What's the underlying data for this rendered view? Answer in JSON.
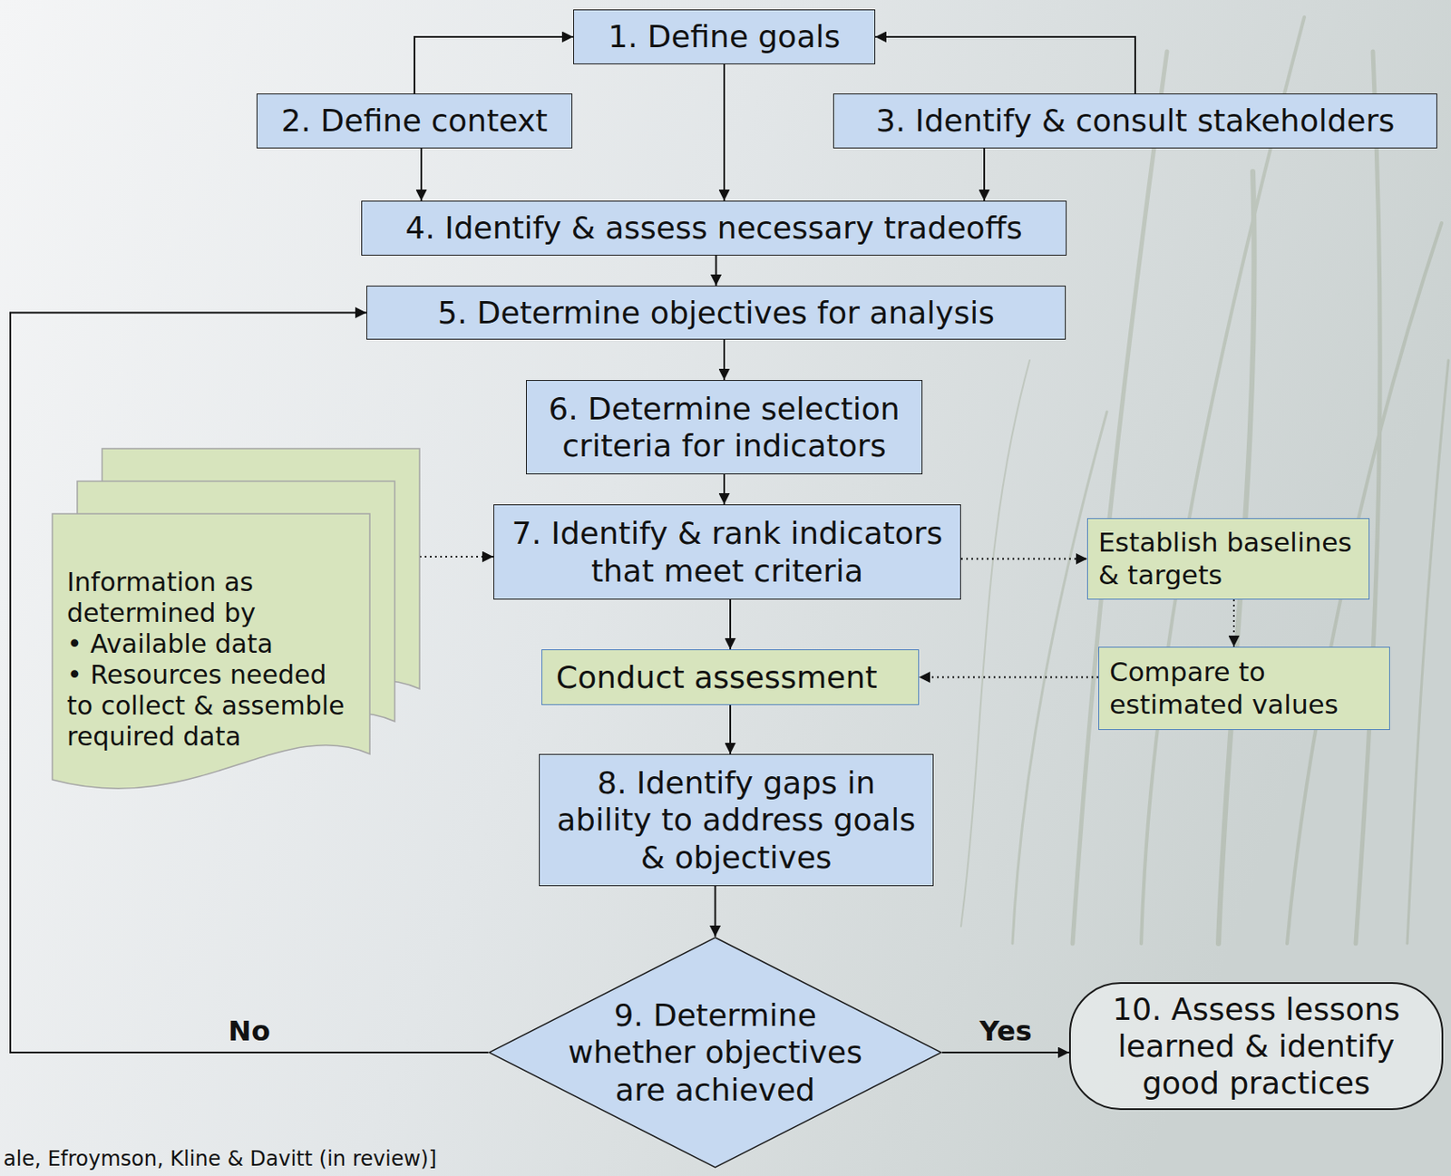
{
  "diagram": {
    "nodes": [
      {
        "text": [
          "1. Define goals"
        ]
      },
      {
        "text": [
          "2. Define context"
        ]
      },
      {
        "text": [
          "3. Identify & consult stakeholders"
        ]
      },
      {
        "text": [
          "4. Identify & assess necessary tradeoffs"
        ]
      },
      {
        "text": [
          "5. Determine objectives for analysis"
        ]
      },
      {
        "text": [
          "6. Determine selection criteria for indicators"
        ]
      },
      {
        "text": [
          "Information as determined by",
          "• Available data",
          "• Resources needed to collect & assemble required data"
        ]
      },
      {
        "text": [
          "7. Identify & rank indicators that meet criteria"
        ]
      },
      {
        "text": [
          "Establish baselines & targets"
        ]
      },
      {
        "text": [
          "Conduct assessment"
        ]
      },
      {
        "text": [
          "Compare to estimated values"
        ]
      },
      {
        "text": [
          "8. Identify gaps in ability to address goals & objectives"
        ]
      },
      {
        "text": [
          "9. Determine whether objectives are achieved"
        ]
      },
      {
        "text": [
          "10. Assess lessons learned & identify good practices"
        ]
      }
    ],
    "edges": [
      {
        "from": 1,
        "to": 0,
        "arrow": "to"
      },
      {
        "from": 2,
        "to": 0,
        "arrow": "to"
      },
      {
        "from": 1,
        "to": 3,
        "arrow": "to"
      },
      {
        "from": 0,
        "to": 3,
        "arrow": "to"
      },
      {
        "from": 2,
        "to": 3,
        "arrow": "to"
      },
      {
        "from": 3,
        "to": 4,
        "arrow": "to"
      },
      {
        "from": 4,
        "to": 5,
        "arrow": "to"
      },
      {
        "from": 5,
        "to": 7,
        "arrow": "to"
      },
      {
        "from": 6,
        "to": 7,
        "arrow": "to"
      },
      {
        "from": 7,
        "to": 8,
        "arrow": "to"
      },
      {
        "from": 8,
        "to": 10,
        "arrow": "to"
      },
      {
        "from": 10,
        "to": 9,
        "arrow": "to"
      },
      {
        "from": 7,
        "to": 9,
        "arrow": "to"
      },
      {
        "from": 9,
        "to": 11,
        "arrow": "to"
      },
      {
        "from": 11,
        "to": 12,
        "arrow": "to"
      },
      {
        "from": 12,
        "to": 13,
        "label": "Yes",
        "arrow": "to"
      },
      {
        "from": 12,
        "to": 4,
        "label": "No",
        "arrow": "to"
      }
    ],
    "labels": [
      "ale, Efroymson, Kline & Davitt (in review)]"
    ]
  }
}
